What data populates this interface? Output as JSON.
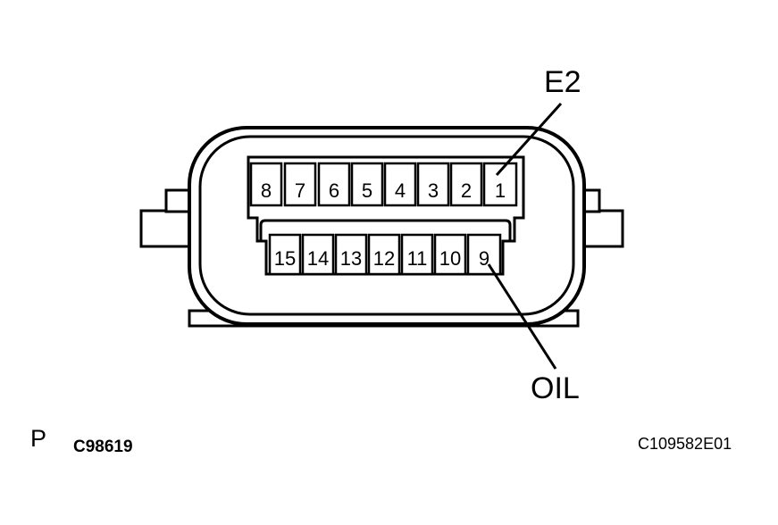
{
  "connector": {
    "top_row_pins": [
      "8",
      "7",
      "6",
      "5",
      "4",
      "3",
      "2",
      "1"
    ],
    "bottom_row_pins": [
      "15",
      "14",
      "13",
      "12",
      "11",
      "10",
      "9"
    ]
  },
  "callouts": {
    "e2_label": "E2",
    "oil_label": "OIL"
  },
  "footer": {
    "left_letter": "P",
    "left_code": "C98619",
    "right_code": "C109582E01"
  }
}
